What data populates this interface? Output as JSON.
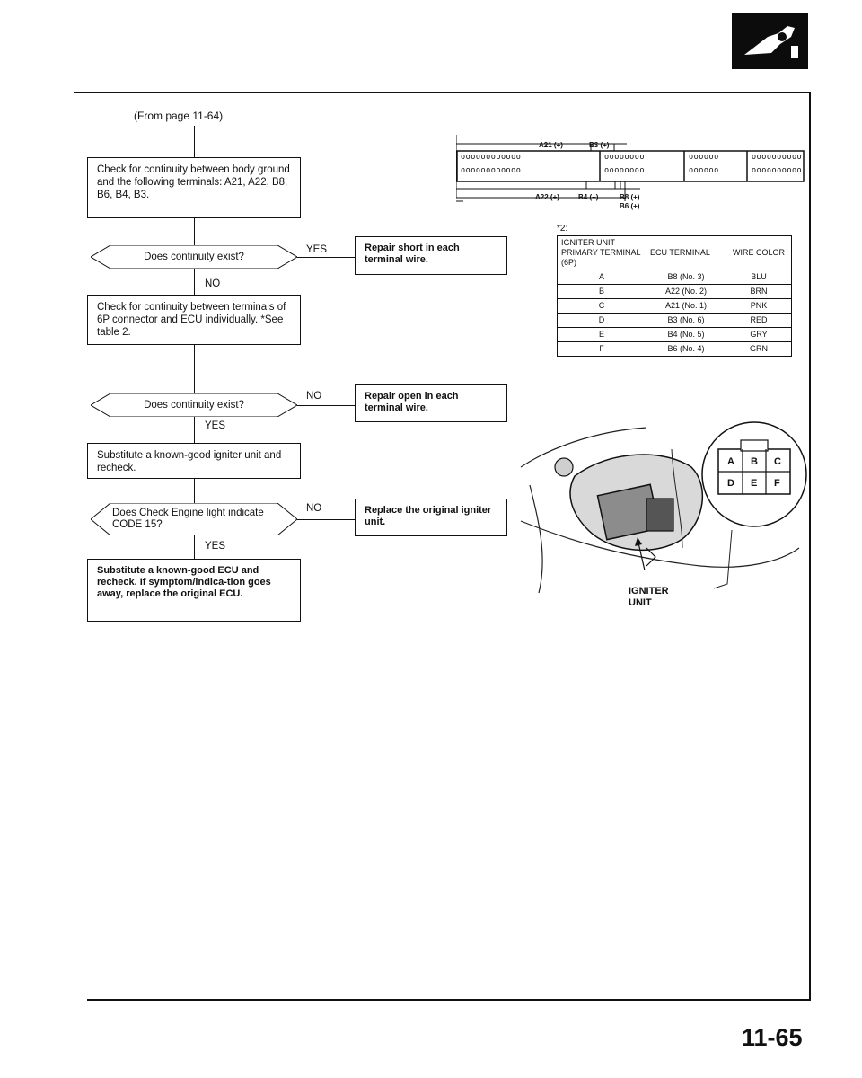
{
  "from_page": "(From page 11-64)",
  "flow": {
    "box1": "Check for continuity between body ground and the following terminals: A21, A22, B8, B6, B4, B3.",
    "q1": "Does continuity exist?",
    "q1_yes_label": "YES",
    "q1_yes_action": "Repair short in each terminal wire.",
    "q1_no_label": "NO",
    "box2": "Check for continuity between terminals of 6P connector and ECU individually. *See table 2.",
    "q2": "Does continuity exist?",
    "q2_no_label": "NO",
    "q2_no_action": "Repair open in each terminal wire.",
    "q2_yes_label": "YES",
    "box3": "Substitute a known-good igniter unit and recheck.",
    "q3": "Does Check Engine light indicate CODE 15?",
    "q3_no_label": "NO",
    "q3_no_action": "Replace the original igniter unit.",
    "q3_yes_label": "YES",
    "box4": "Substitute a known-good ECU and recheck. If symptom/indica-tion goes away, replace the original ECU."
  },
  "connector": {
    "top_label_a21": "A21 (+)",
    "top_label_b3": "B3 (+)",
    "bottom_label_a22": "A22 (+)",
    "bottom_label_b4": "B4 (+)",
    "bottom_label_b8": "B8 (+)",
    "bottom_label_b6": "B6 (+)",
    "seg1_row": "oooooooooooo",
    "seg2_row": "oooooooo",
    "seg3_row": "oooooo",
    "seg4_row": "oooooooooo"
  },
  "table": {
    "note": "*2:",
    "headers": [
      "IGNITER UNIT PRIMARY TERMINAL (6P)",
      "ECU TERMINAL",
      "WIRE COLOR"
    ],
    "rows": [
      [
        "A",
        "B8 (No. 3)",
        "BLU"
      ],
      [
        "B",
        "A22 (No. 2)",
        "BRN"
      ],
      [
        "C",
        "A21 (No. 1)",
        "PNK"
      ],
      [
        "D",
        "B3 (No. 6)",
        "RED"
      ],
      [
        "E",
        "B4 (No. 5)",
        "GRY"
      ],
      [
        "F",
        "B6 (No. 4)",
        "GRN"
      ]
    ]
  },
  "illustration": {
    "pins": [
      "A",
      "B",
      "C",
      "D",
      "E",
      "F"
    ],
    "caption_line1": "IGNITER",
    "caption_line2": "UNIT"
  },
  "page_number": "11-65"
}
